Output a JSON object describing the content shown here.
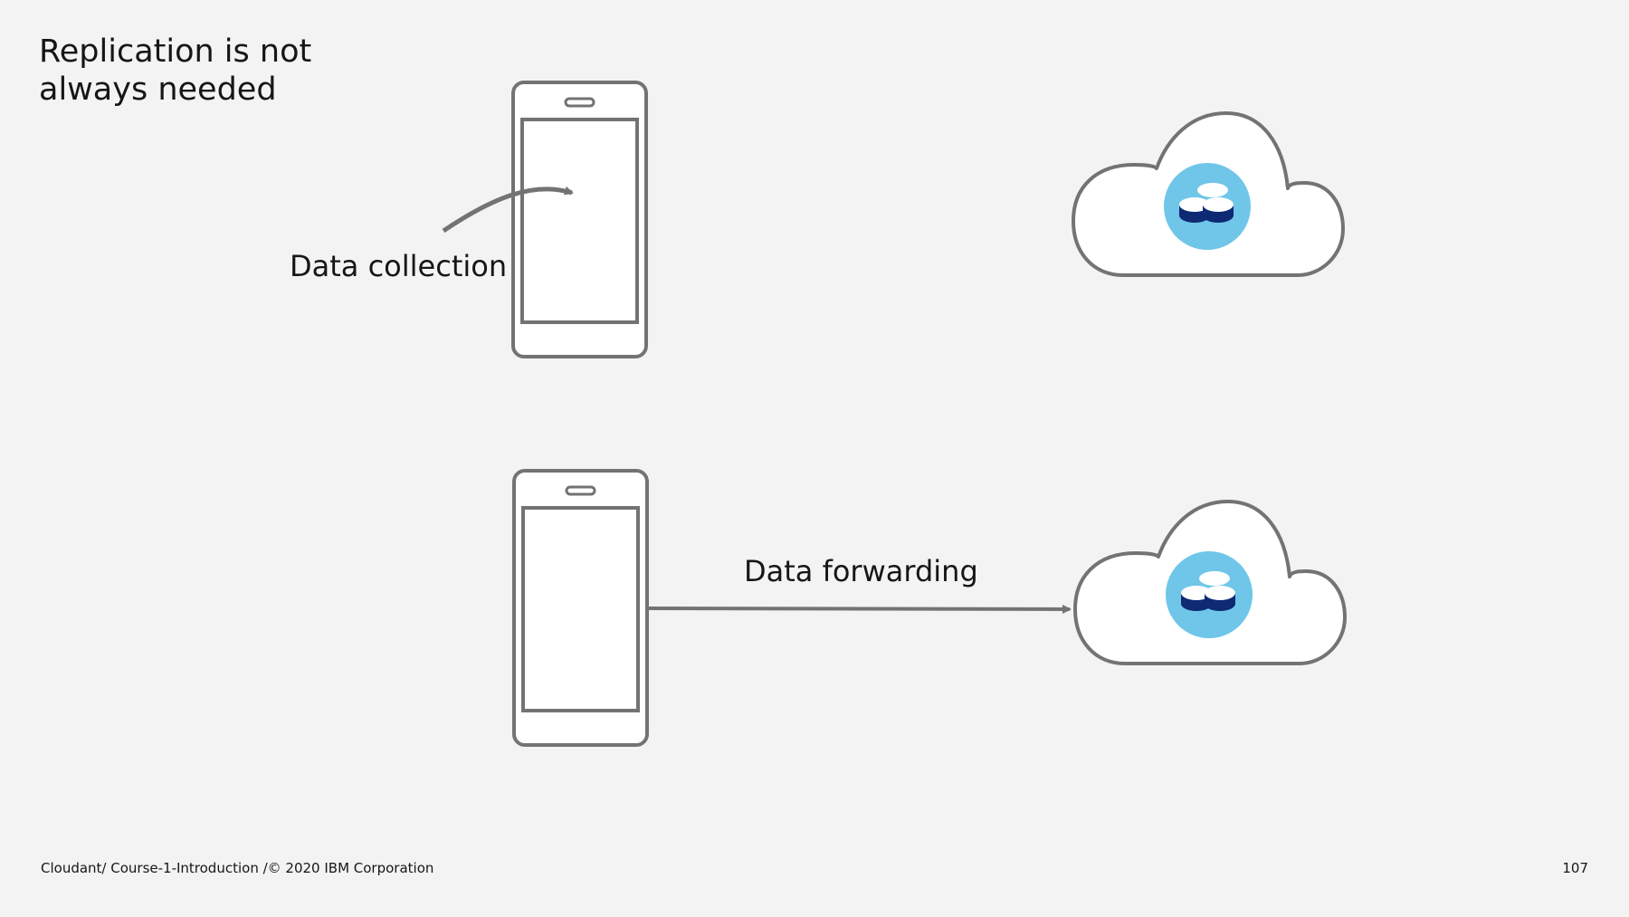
{
  "slide": {
    "title_lines": [
      "Replication is not",
      "always needed"
    ]
  },
  "diagram": {
    "scenarios": [
      {
        "label": "Data collection",
        "device_icon": "smartphone-icon",
        "cloud_icon": "cloud-database-icon"
      },
      {
        "label": "Data forwarding",
        "device_icon": "smartphone-icon",
        "cloud_icon": "cloud-database-icon"
      }
    ],
    "colors": {
      "stroke": "#737373",
      "device_fill": "#ffffff",
      "db_badge": "#6fc6e9",
      "db_dark": "#0e2a73",
      "db_light": "#ffffff"
    }
  },
  "footer": {
    "text": "Cloudant/ Course-1-Introduction /© 2020 IBM Corporation",
    "page_number": "107"
  }
}
